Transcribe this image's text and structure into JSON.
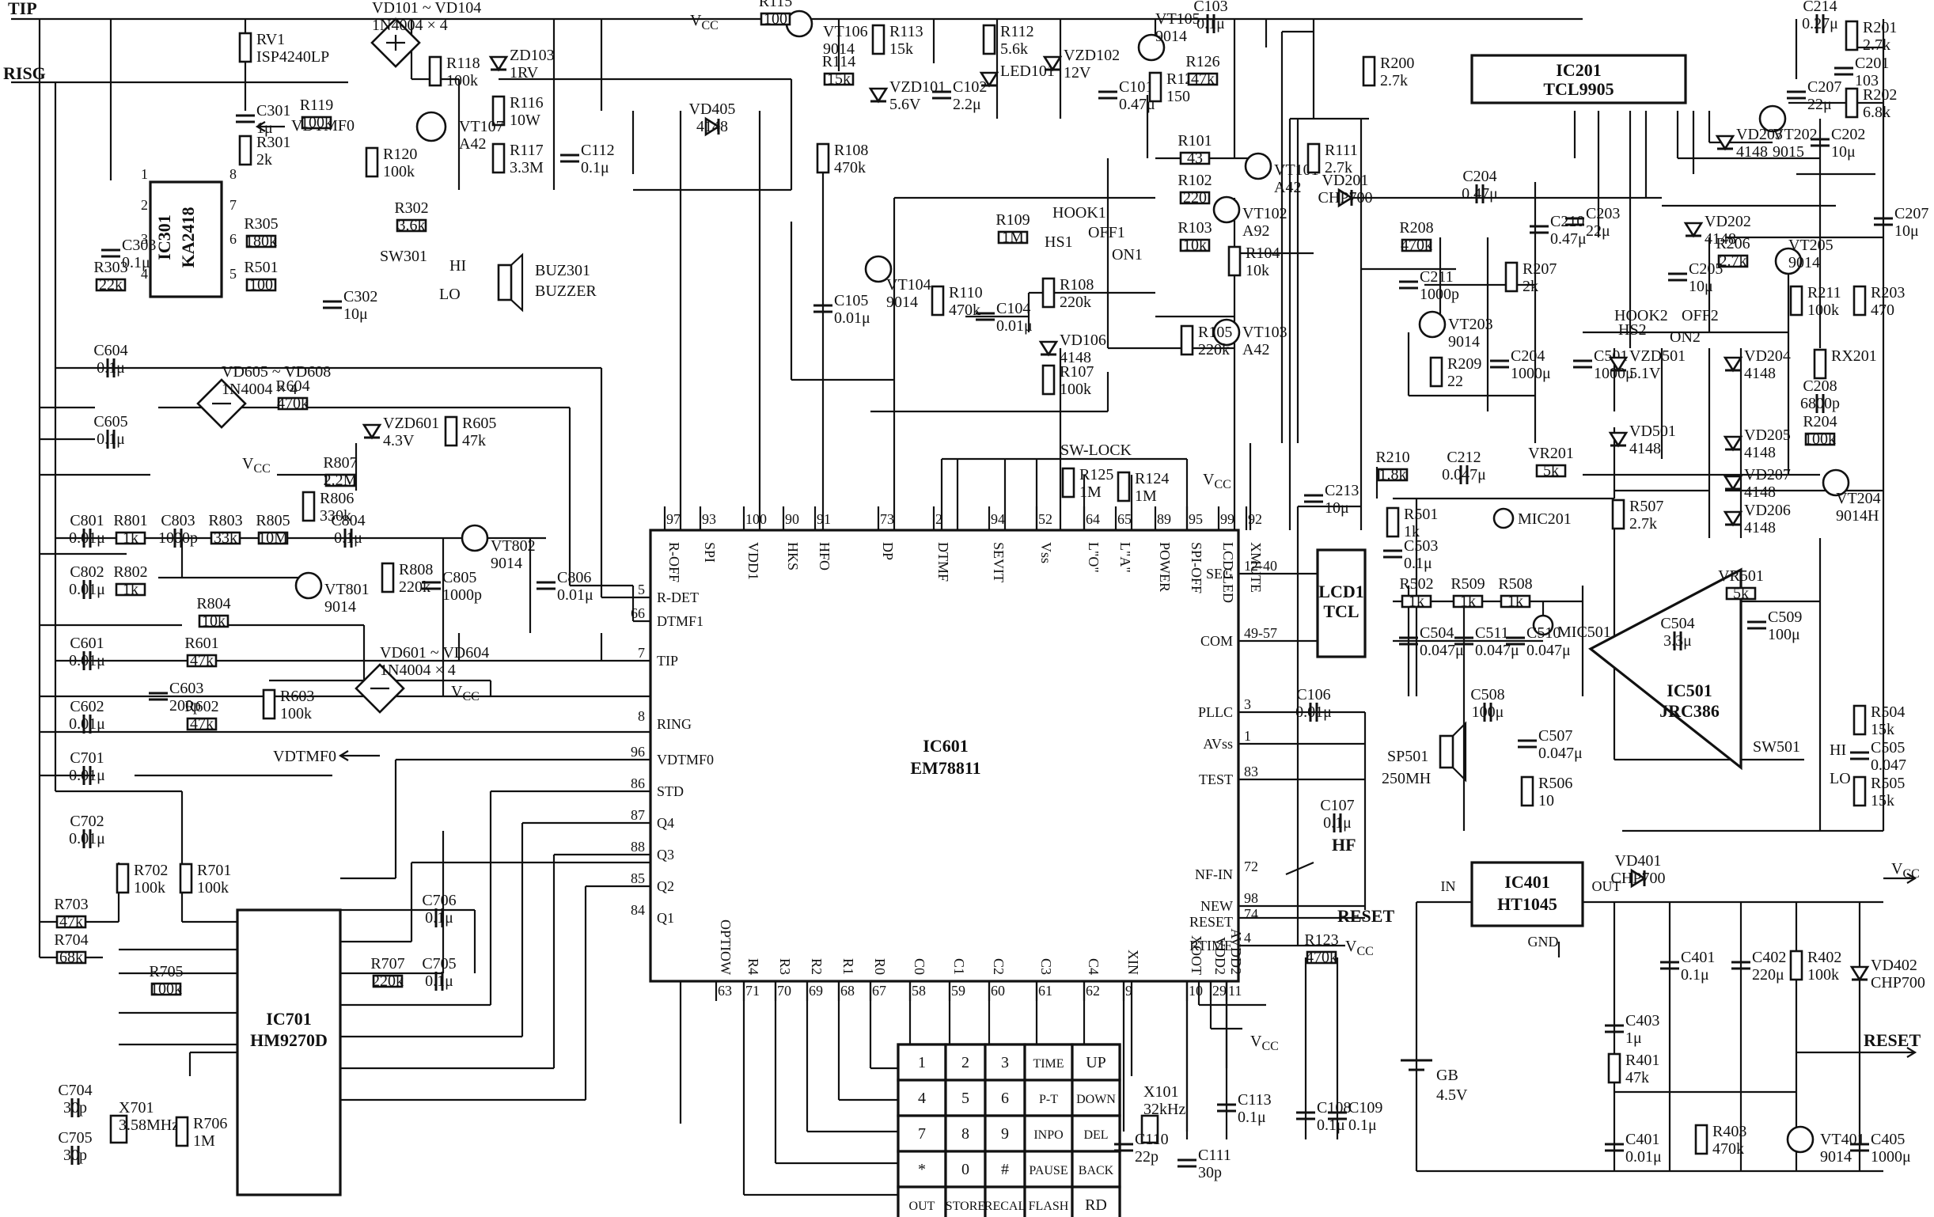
{
  "terminals": {
    "tip": "TIP",
    "risg": "RISG"
  },
  "ics": {
    "ic601": {
      "ref": "IC601",
      "part": "EM78811"
    },
    "ic301": {
      "ref": "IC301",
      "part": "KA2418"
    },
    "ic201": {
      "ref": "IC201",
      "part": "TCL9905"
    },
    "ic701": {
      "ref": "IC701",
      "part": "HM9270D"
    },
    "ic501": {
      "ref": "IC501",
      "part": "JRC386"
    },
    "ic401": {
      "ref": "IC401",
      "part": "HT1045",
      "in": "IN",
      "out": "OUT",
      "gnd": "GND"
    },
    "lcd1": {
      "ref": "LCD1",
      "part": "TCL"
    }
  },
  "ic601_pins": {
    "top": [
      {
        "num": "97",
        "name": "R-OFF"
      },
      {
        "num": "93",
        "name": "SPI"
      },
      {
        "num": "100",
        "name": "VDD1"
      },
      {
        "num": "90",
        "name": "HKS"
      },
      {
        "num": "91",
        "name": "HFO"
      },
      {
        "num": "73",
        "name": "DP"
      },
      {
        "num": "2",
        "name": "DTMF"
      },
      {
        "num": "94",
        "name": "SEVIT"
      },
      {
        "num": "52",
        "name": "Vss"
      },
      {
        "num": "64",
        "name": "L\"O\""
      },
      {
        "num": "65",
        "name": "L\"A\""
      },
      {
        "num": "89",
        "name": "POWER"
      },
      {
        "num": "95",
        "name": "SPI-OFF"
      },
      {
        "num": "99",
        "name": "LCD-LED"
      },
      {
        "num": "92",
        "name": "XMUTE"
      }
    ],
    "left": [
      {
        "num": "5",
        "name": "R-DET"
      },
      {
        "num": "66",
        "name": "DTMF1"
      },
      {
        "num": "7",
        "name": "TIP"
      },
      {
        "num": "8",
        "name": "RING"
      },
      {
        "num": "96",
        "name": "VDTMF0"
      },
      {
        "num": "86",
        "name": "STD"
      },
      {
        "num": "87",
        "name": "Q4"
      },
      {
        "num": "88",
        "name": "Q3"
      },
      {
        "num": "85",
        "name": "Q2"
      },
      {
        "num": "84",
        "name": "Q1"
      }
    ],
    "right": [
      {
        "num": "12-40",
        "name": "SEG"
      },
      {
        "num": "49-57",
        "name": "COM"
      },
      {
        "num": "3",
        "name": "PLLC"
      },
      {
        "num": "1",
        "name": "AVss"
      },
      {
        "num": "83",
        "name": "TEST"
      },
      {
        "num": "72",
        "name": "NF-IN"
      },
      {
        "num": "98",
        "name": "NEW"
      },
      {
        "num": "74",
        "name": "RESET"
      },
      {
        "num": "4",
        "name": "RTIME"
      }
    ],
    "bottom": [
      {
        "num": "63",
        "name": "OPTIOW"
      },
      {
        "num": "71",
        "name": "R4"
      },
      {
        "num": "70",
        "name": "R3"
      },
      {
        "num": "69",
        "name": "R2"
      },
      {
        "num": "68",
        "name": "R1"
      },
      {
        "num": "67",
        "name": "R0"
      },
      {
        "num": "58",
        "name": "C0"
      },
      {
        "num": "59",
        "name": "C1"
      },
      {
        "num": "60",
        "name": "C2"
      },
      {
        "num": "61",
        "name": "C3"
      },
      {
        "num": "62",
        "name": "C4"
      },
      {
        "num": "9",
        "name": "XIN"
      },
      {
        "num": "10",
        "name": "XOOT"
      },
      {
        "num": "29",
        "name": "VDD2"
      },
      {
        "num": "11",
        "name": "AVDD2"
      }
    ]
  },
  "keypad": [
    [
      "1",
      "2",
      "3",
      "TIME",
      "UP"
    ],
    [
      "4",
      "5",
      "6",
      "P-T",
      "DOWN"
    ],
    [
      "7",
      "8",
      "9",
      "INPO",
      "DEL"
    ],
    [
      "*",
      "0",
      "#",
      "PAUSE",
      "BACK"
    ],
    [
      "OUT",
      "STORE",
      "RECAL",
      "FLASH",
      "RD"
    ]
  ],
  "labels": {
    "vcc": "V",
    "vcc_sub": "CC",
    "vdtmf0": "VDTMF0",
    "reset": "RESET",
    "hook1": "HOOK1",
    "off1": "OFF1",
    "on1": "ON1",
    "hs1": "HS1",
    "hook2": "HOOK2",
    "off2": "OFF2",
    "on2": "ON2",
    "hs2": "HS2",
    "swlock": "SW-LOCK",
    "hi": "HI",
    "lo": "LO",
    "hf": "HF",
    "sw301": "SW301",
    "sw501": "SW501",
    "buzzer": "BUZ301",
    "buzzer2": "BUZZER",
    "mic201": "MIC201",
    "mic501": "MIC501",
    "sp501": "SP501",
    "sp501v": "250MH",
    "gb": "GB",
    "gbv": "4.5V"
  },
  "components": [
    {
      "ref": "RV1",
      "value": "ISP4240LP"
    },
    {
      "ref": "VD101 ~ VD104",
      "value": "1N4004 × 4"
    },
    {
      "ref": "ZD103",
      "value": "1RV"
    },
    {
      "ref": "R118",
      "value": "100k"
    },
    {
      "ref": "R116",
      "value": "10W"
    },
    {
      "ref": "R117",
      "value": "3.3M"
    },
    {
      "ref": "C112",
      "value": "0.1μ"
    },
    {
      "ref": "R119",
      "value": "100k"
    },
    {
      "ref": "VT107",
      "value": "A42"
    },
    {
      "ref": "R120",
      "value": "100k"
    },
    {
      "ref": "C301",
      "value": "1μ"
    },
    {
      "ref": "R301",
      "value": "2k"
    },
    {
      "ref": "R302",
      "value": "3.6k"
    },
    {
      "ref": "C303",
      "value": "0.1μ"
    },
    {
      "ref": "R303",
      "value": "22k"
    },
    {
      "ref": "R305",
      "value": "180k"
    },
    {
      "ref": "R501",
      "value": "100"
    },
    {
      "ref": "C302",
      "value": "10μ"
    },
    {
      "ref": "R115",
      "value": "100"
    },
    {
      "ref": "VT106",
      "value": "9014"
    },
    {
      "ref": "R113",
      "value": "15k"
    },
    {
      "ref": "R114",
      "value": "15k"
    },
    {
      "ref": "VZD101",
      "value": "5.6V"
    },
    {
      "ref": "C102",
      "value": "2.2μ"
    },
    {
      "ref": "R112",
      "value": "5.6k"
    },
    {
      "ref": "LED101",
      "value": ""
    },
    {
      "ref": "VZD102",
      "value": "12V"
    },
    {
      "ref": "C101",
      "value": "0.47μ"
    },
    {
      "ref": "VT105",
      "value": "9014"
    },
    {
      "ref": "C103",
      "value": "0.1μ"
    },
    {
      "ref": "R127",
      "value": "150"
    },
    {
      "ref": "R126",
      "value": "47k"
    },
    {
      "ref": "VD405",
      "value": "4148"
    },
    {
      "ref": "R108",
      "value": "470k"
    },
    {
      "ref": "R101",
      "value": "43"
    },
    {
      "ref": "R102",
      "value": "220"
    },
    {
      "ref": "R103",
      "value": "10k"
    },
    {
      "ref": "R104",
      "value": "10k"
    },
    {
      "ref": "R105",
      "value": "220k"
    },
    {
      "ref": "VT101",
      "value": "A42"
    },
    {
      "ref": "VT102",
      "value": "A92"
    },
    {
      "ref": "VT103",
      "value": "A42"
    },
    {
      "ref": "R109",
      "value": "1M"
    },
    {
      "ref": "VT104",
      "value": "9014"
    },
    {
      "ref": "R110",
      "value": "470k"
    },
    {
      "ref": "C104",
      "value": "0.01μ"
    },
    {
      "ref": "C105",
      "value": "0.01μ"
    },
    {
      "ref": "R108b",
      "value": "220k"
    },
    {
      "ref": "VD106",
      "value": "4148"
    },
    {
      "ref": "R107",
      "value": "100k"
    },
    {
      "ref": "C604",
      "value": "0.1μ"
    },
    {
      "ref": "C605",
      "value": "0.1μ"
    },
    {
      "ref": "VD605 ~ VD608",
      "value": "1N4004 × 4"
    },
    {
      "ref": "R604",
      "value": "470k"
    },
    {
      "ref": "VZD601",
      "value": "4.3V"
    },
    {
      "ref": "R605",
      "value": "47k"
    },
    {
      "ref": "C801",
      "value": "0.01μ"
    },
    {
      "ref": "R801",
      "value": "1k"
    },
    {
      "ref": "C803",
      "value": "1000p"
    },
    {
      "ref": "R803",
      "value": "33k"
    },
    {
      "ref": "R806",
      "value": "330k"
    },
    {
      "ref": "R807",
      "value": "2.2M"
    },
    {
      "ref": "R805",
      "value": "10M"
    },
    {
      "ref": "C804",
      "value": "0.1μ"
    },
    {
      "ref": "VT801",
      "value": "9014"
    },
    {
      "ref": "R808",
      "value": "220k"
    },
    {
      "ref": "C805",
      "value": "1000p"
    },
    {
      "ref": "VT802",
      "value": "9014"
    },
    {
      "ref": "C806",
      "value": "0.01μ"
    },
    {
      "ref": "C802",
      "value": "0.01μ"
    },
    {
      "ref": "R802",
      "value": "1k"
    },
    {
      "ref": "R804",
      "value": "10k"
    },
    {
      "ref": "C601",
      "value": "0.01μ"
    },
    {
      "ref": "R601",
      "value": "47k"
    },
    {
      "ref": "VD601 ~ VD604",
      "value": "1N4004 × 4"
    },
    {
      "ref": "C602",
      "value": "0.01μ"
    },
    {
      "ref": "C603",
      "value": "200p"
    },
    {
      "ref": "R603",
      "value": "100k"
    },
    {
      "ref": "R602",
      "value": "47k"
    },
    {
      "ref": "C701",
      "value": "0.01μ"
    },
    {
      "ref": "C702",
      "value": "0.01μ"
    },
    {
      "ref": "R702",
      "value": "100k"
    },
    {
      "ref": "R701",
      "value": "100k"
    },
    {
      "ref": "R703",
      "value": "47k"
    },
    {
      "ref": "R704",
      "value": "68k"
    },
    {
      "ref": "R705",
      "value": "100k"
    },
    {
      "ref": "X701",
      "value": "3.58MHz"
    },
    {
      "ref": "C704",
      "value": "30p"
    },
    {
      "ref": "C705",
      "value": "30p"
    },
    {
      "ref": "R706",
      "value": "1M"
    },
    {
      "ref": "C706",
      "value": "0.1μ"
    },
    {
      "ref": "C705b",
      "value": "0.1μ"
    },
    {
      "ref": "R707",
      "value": "220k"
    },
    {
      "ref": "R125",
      "value": "1M"
    },
    {
      "ref": "R124",
      "value": "1M"
    },
    {
      "ref": "C213",
      "value": "10μ"
    },
    {
      "ref": "C106",
      "value": "0.01μ"
    },
    {
      "ref": "C107",
      "value": "0.1μ"
    },
    {
      "ref": "R123",
      "value": "470k"
    },
    {
      "ref": "X101",
      "value": "32kHz"
    },
    {
      "ref": "C110",
      "value": "22p"
    },
    {
      "ref": "C111",
      "value": "30p"
    },
    {
      "ref": "C113",
      "value": "0.1μ"
    },
    {
      "ref": "C108",
      "value": "0.1μ"
    },
    {
      "ref": "C109",
      "value": "0.1μ"
    },
    {
      "ref": "R200",
      "value": "2.7k"
    },
    {
      "ref": "R111",
      "value": "2.7k"
    },
    {
      "ref": "VD201",
      "value": "CHP700"
    },
    {
      "ref": "C214",
      "value": "0.27μ"
    },
    {
      "ref": "R201",
      "value": "2.7k"
    },
    {
      "ref": "C201",
      "value": "103"
    },
    {
      "ref": "C207",
      "value": "22μ"
    },
    {
      "ref": "R202",
      "value": "6.8k"
    },
    {
      "ref": "VD203",
      "value": "4148"
    },
    {
      "ref": "VT202",
      "value": "9015"
    },
    {
      "ref": "C202",
      "value": "10μ"
    },
    {
      "ref": "C204",
      "value": "0.47μ"
    },
    {
      "ref": "C210",
      "value": "0.47μ"
    },
    {
      "ref": "C203",
      "value": "22μ"
    },
    {
      "ref": "R208",
      "value": "470k"
    },
    {
      "ref": "C211",
      "value": "1000p"
    },
    {
      "ref": "R207",
      "value": "2k"
    },
    {
      "ref": "VD202",
      "value": "4148"
    },
    {
      "ref": "R206",
      "value": "2.7k"
    },
    {
      "ref": "VT205",
      "value": "9014"
    },
    {
      "ref": "C207b",
      "value": "10μ"
    },
    {
      "ref": "C205",
      "value": "10μ"
    },
    {
      "ref": "R211",
      "value": "100k"
    },
    {
      "ref": "R203",
      "value": "470"
    },
    {
      "ref": "VT203",
      "value": "9014"
    },
    {
      "ref": "R209",
      "value": "22"
    },
    {
      "ref": "C204b",
      "value": "1000μ"
    },
    {
      "ref": "C501",
      "value": "1000μ"
    },
    {
      "ref": "VZD501",
      "value": "5.1V"
    },
    {
      "ref": "VD204",
      "value": "4148"
    },
    {
      "ref": "RX201",
      "value": ""
    },
    {
      "ref": "C208",
      "value": "6800p"
    },
    {
      "ref": "R204",
      "value": "100k"
    },
    {
      "ref": "VD501",
      "value": "4148"
    },
    {
      "ref": "VD205",
      "value": "4148"
    },
    {
      "ref": "VD207",
      "value": "4148"
    },
    {
      "ref": "VD206",
      "value": "4148"
    },
    {
      "ref": "VT204",
      "value": "9014H"
    },
    {
      "ref": "R210",
      "value": "1.8k"
    },
    {
      "ref": "C212",
      "value": "0.047μ"
    },
    {
      "ref": "VR201",
      "value": "5k"
    },
    {
      "ref": "R507",
      "value": "2.7k"
    },
    {
      "ref": "R501b",
      "value": "1k"
    },
    {
      "ref": "C503",
      "value": "0.1μ"
    },
    {
      "ref": "R502",
      "value": "1k"
    },
    {
      "ref": "R509",
      "value": "1k"
    },
    {
      "ref": "R508",
      "value": "1k"
    },
    {
      "ref": "VR501",
      "value": "5k"
    },
    {
      "ref": "C509",
      "value": "100μ"
    },
    {
      "ref": "C504",
      "value": "0.047μ"
    },
    {
      "ref": "C511",
      "value": "0.047μ"
    },
    {
      "ref": "C510",
      "value": "0.047μ"
    },
    {
      "ref": "C504b",
      "value": "3.3μ"
    },
    {
      "ref": "C508",
      "value": "100μ"
    },
    {
      "ref": "C507",
      "value": "0.047μ"
    },
    {
      "ref": "R506",
      "value": "10"
    },
    {
      "ref": "R504",
      "value": "15k"
    },
    {
      "ref": "C505",
      "value": "0.047"
    },
    {
      "ref": "R505",
      "value": "15k"
    },
    {
      "ref": "VD401",
      "value": "CHP700"
    },
    {
      "ref": "C401",
      "value": "0.1μ"
    },
    {
      "ref": "C402",
      "value": "220μ"
    },
    {
      "ref": "R402",
      "value": "100k"
    },
    {
      "ref": "VD402",
      "value": "CHP700"
    },
    {
      "ref": "C403",
      "value": "1μ"
    },
    {
      "ref": "R401",
      "value": "47k"
    },
    {
      "ref": "C401b",
      "value": "0.01μ"
    },
    {
      "ref": "R403",
      "value": "470k"
    },
    {
      "ref": "VT401",
      "value": "9014"
    },
    {
      "ref": "C405",
      "value": "1000μ"
    }
  ]
}
